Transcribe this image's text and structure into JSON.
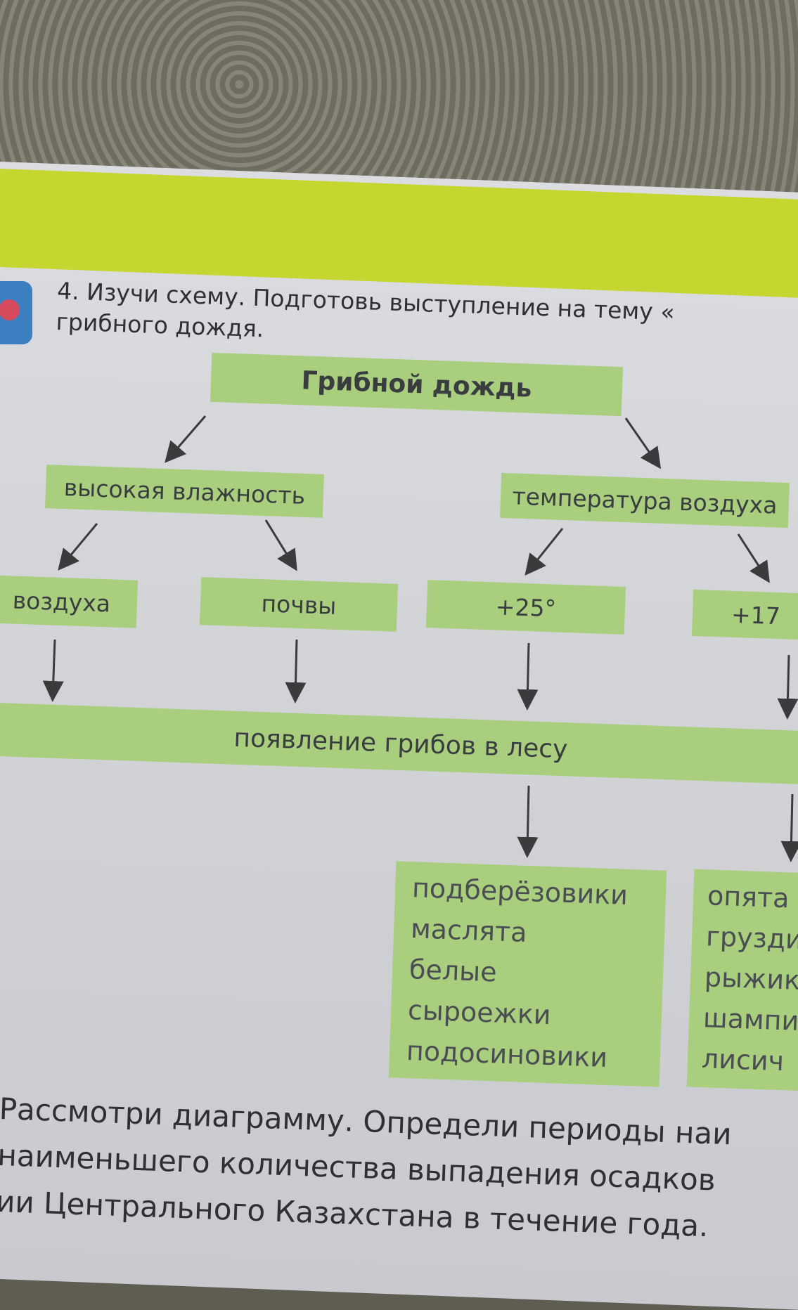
{
  "task": {
    "line1": "4. Изучи схему. Подготовь выступление на тему «",
    "line2": "грибного дождя."
  },
  "diagram": {
    "root": "Грибной дождь",
    "humidity": "высокая влажность",
    "temperature": "температура воздуха",
    "air": "воздуха",
    "soil": "почвы",
    "t25": "+25°",
    "t17": "+17",
    "result": "появление грибов в лесу",
    "mushrooms_warm": [
      "подберёзовики",
      "маслята",
      "белые",
      "сыроежки",
      "подосиновики"
    ],
    "mushrooms_cool": [
      "опята",
      "грузди",
      "рыжик",
      "шампи",
      "лисич"
    ]
  },
  "next_task": {
    "line1": "Рассмотри диаграмму. Определи периоды наи",
    "line2": "наименьшего количества выпадения осадков",
    "line3": "ии Центрального Казахстана в течение года."
  }
}
